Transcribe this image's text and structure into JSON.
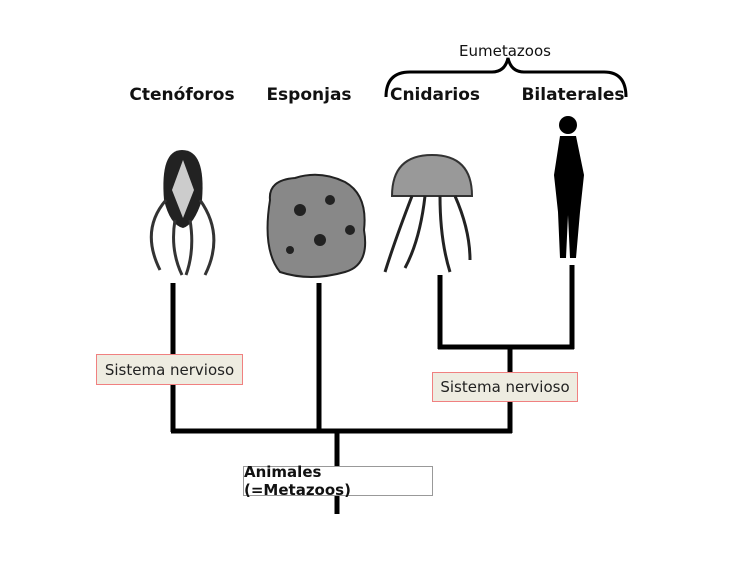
{
  "title": "Eumetazoos",
  "taxa": [
    {
      "label": "Ctenóforos"
    },
    {
      "label": "Esponjas"
    },
    {
      "label": "Cnidarios"
    },
    {
      "label": "Bilaterales"
    }
  ],
  "traits": {
    "nervous_left": "Sistema nervioso",
    "nervous_right": "Sistema nervioso"
  },
  "root": "Animales (=Metazoos)"
}
